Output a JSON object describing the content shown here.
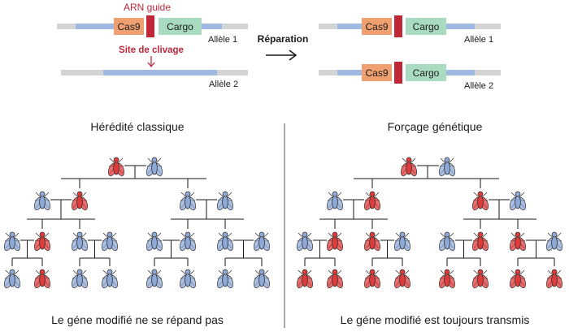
{
  "top": {
    "guide_label": "ARN guide",
    "cas9_label": "Cas9",
    "cargo_label": "Cargo",
    "allele1_label": "Allèle 1",
    "allele2_label": "Allèle 2",
    "cleavage_label": "Site de clivage",
    "repair_label": "Réparation"
  },
  "panels": {
    "left_title": "Hérédité classique",
    "right_title": "Forçage génétique",
    "left_caption": "Le géne modifié ne se répand pas",
    "right_caption": "Le géne modifié est toujours transmis"
  },
  "colors": {
    "fly_blue": "#8ea9d8",
    "fly_red": "#e03b3b",
    "cas9": "#f0a070",
    "cargo": "#a9dbc0",
    "guide": "#c0283a",
    "dna_blue": "#9fb9e3",
    "dna_grey": "#d4d4d4",
    "accent_red": "#c0283a"
  },
  "trees": {
    "left": {
      "g0": [
        "red",
        "blue"
      ],
      "g1": [
        "blue",
        "red",
        "blue",
        "blue"
      ],
      "g2": [
        "blue",
        "red",
        "blue",
        "blue",
        "blue",
        "blue",
        "blue",
        "blue"
      ],
      "g3": [
        "blue",
        "red",
        "blue",
        "blue",
        "blue",
        "blue",
        "blue",
        "blue"
      ]
    },
    "right": {
      "g0": [
        "red",
        "blue"
      ],
      "g1": [
        "blue",
        "red",
        "red",
        "blue"
      ],
      "g2": [
        "blue",
        "red",
        "red",
        "blue",
        "blue",
        "red",
        "red",
        "blue"
      ],
      "g3": [
        "red",
        "red",
        "red",
        "red",
        "red",
        "red",
        "red",
        "red"
      ]
    }
  }
}
